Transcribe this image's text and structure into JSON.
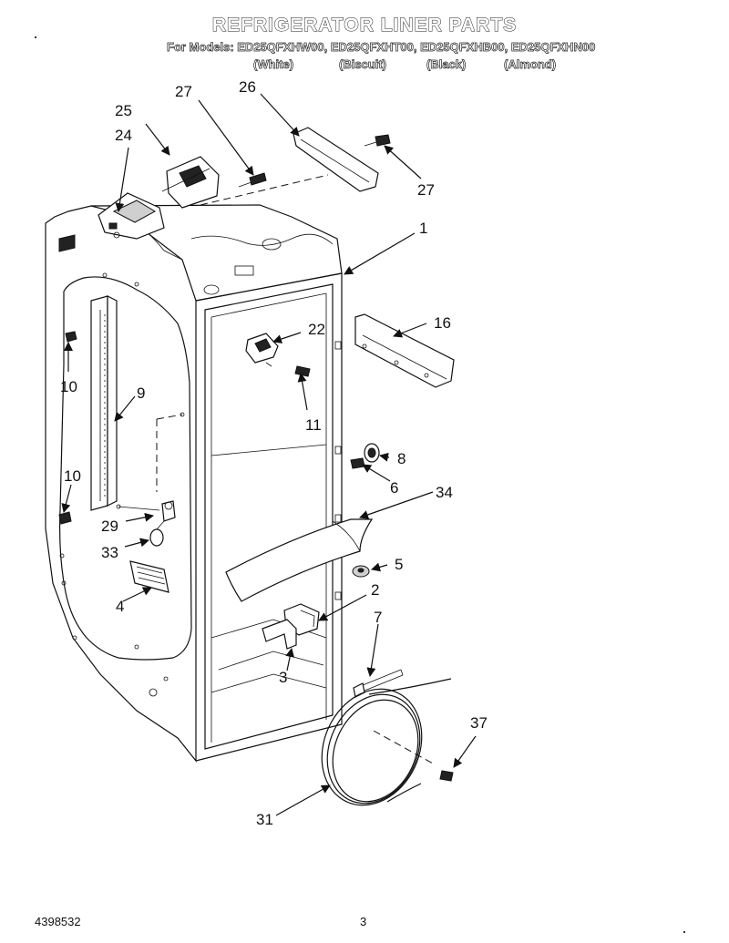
{
  "header": {
    "title": "REFRIGERATOR LINER PARTS",
    "models": "For Models: ED25QFXHW00, ED25QFXHT00, ED25QFXHB00, ED25QFXHN00",
    "colors": [
      "(White)",
      "(Biscuit)",
      "(Black)",
      "(Almond)"
    ]
  },
  "callouts": {
    "c1": "1",
    "c2": "2",
    "c3": "3",
    "c4": "4",
    "c5": "5",
    "c6": "6",
    "c7": "7",
    "c8": "8",
    "c9": "9",
    "c10a": "10",
    "c10b": "10",
    "c11": "11",
    "c16": "16",
    "c22": "22",
    "c24": "24",
    "c25": "25",
    "c26": "26",
    "c27a": "27",
    "c27b": "27",
    "c29": "29",
    "c31": "31",
    "c33": "33",
    "c34": "34",
    "c37": "37"
  },
  "footer": {
    "document_number": "4398532",
    "page_number": "3"
  }
}
